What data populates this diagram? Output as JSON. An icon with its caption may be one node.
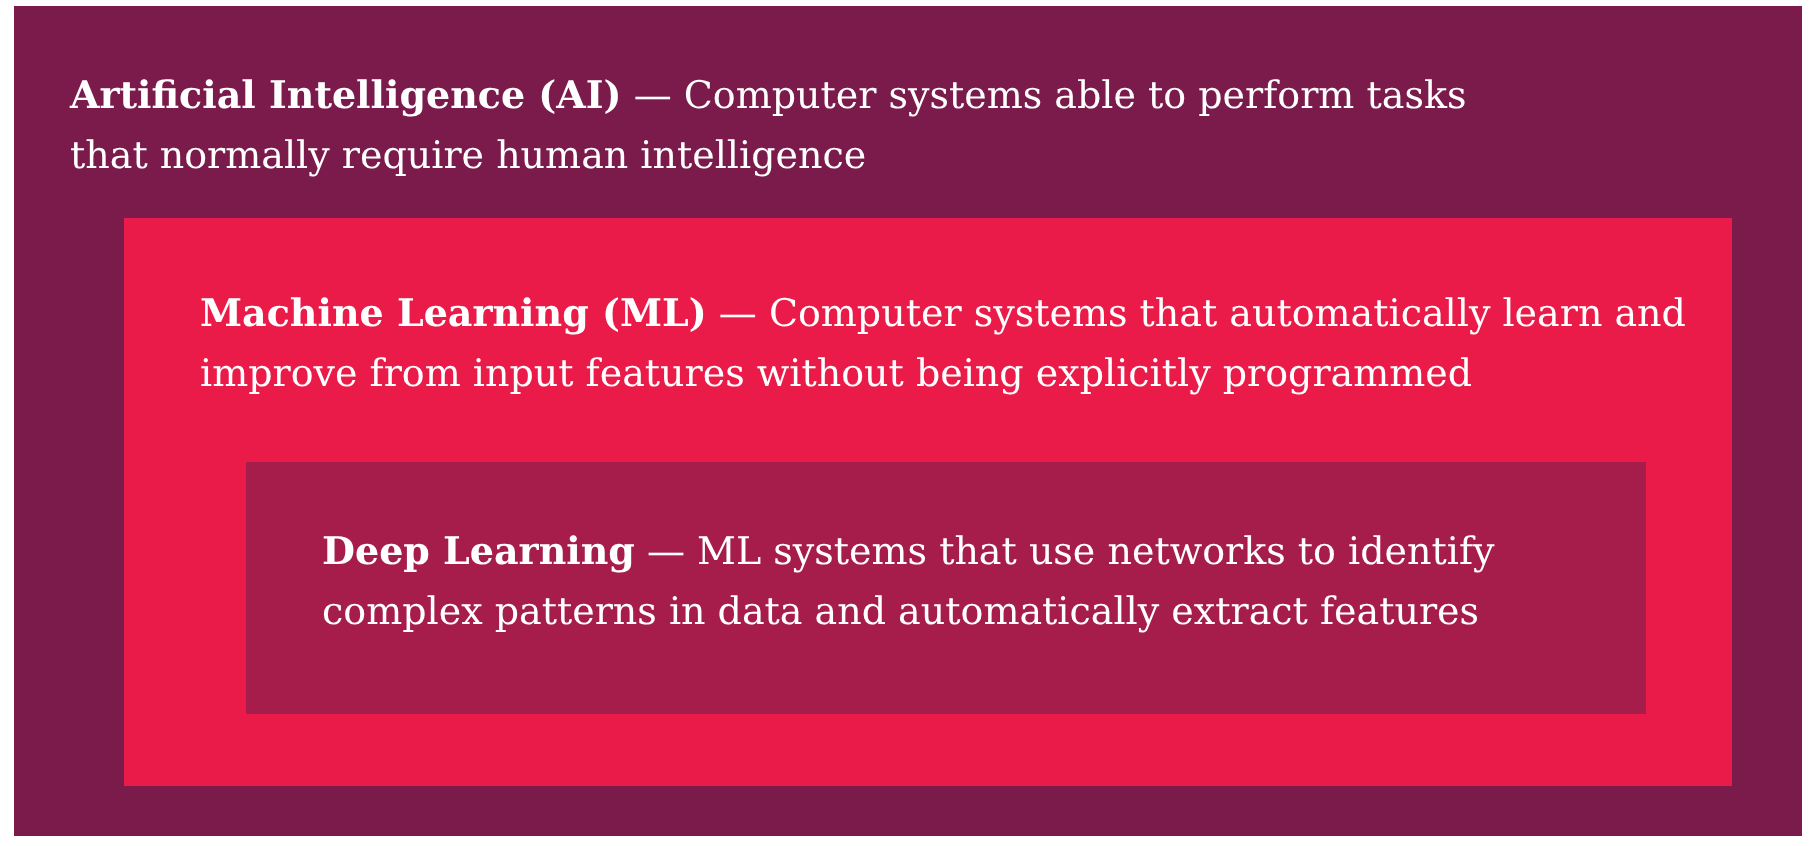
{
  "diagram": {
    "nodes": [
      {
        "text": [
          "**Artificial Intelligence (AI)** — Computer systems able to perform tasks that normally require human intelligence"
        ]
      },
      {
        "text": [
          "**Machine Learning (ML)** — Computer systems that automatically learn and improve from input features without being explicitly programmed"
        ],
        "in": 0
      },
      {
        "text": [
          "**Deep Learning** — ML systems that use networks to identify complex patterns in data and automatically extract features"
        ],
        "in": 1
      }
    ]
  }
}
